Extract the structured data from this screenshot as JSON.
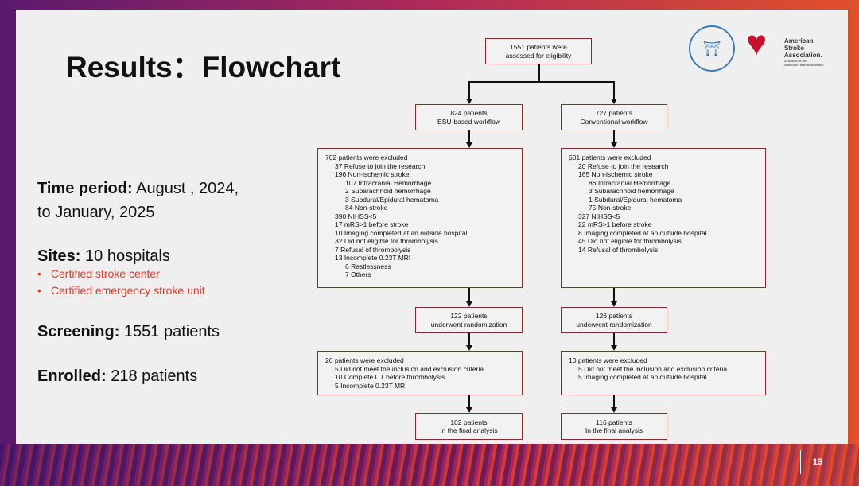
{
  "title": "Results：Flowchart",
  "left": {
    "time_label": "Time period:",
    "time_value": " August , 2024,",
    "time_value2": "to January, 2025",
    "sites_label": "Sites:",
    "sites_value": " 10 hospitals",
    "site_bullets": [
      "Certified stroke center",
      "Certified emergency stroke unit"
    ],
    "screening_label": "Screening:",
    "screening_value": " 1551 patients",
    "enrolled_label": "Enrolled:",
    "enrolled_value": " 218 patients"
  },
  "logos": {
    "asa": [
      "American",
      "Stroke",
      "Association."
    ],
    "asa_sub": [
      "A division of the",
      "American Heart Association."
    ]
  },
  "flow": {
    "top": [
      "1551 patients were",
      "assessed for eligibility"
    ],
    "left_arm": [
      "824 patients",
      "ESU-based workflow"
    ],
    "right_arm": [
      "727 patients",
      "Conventional workflow"
    ],
    "left_excl": [
      [
        "702 patients were excluded",
        0
      ],
      [
        "37 Refuse to join the research",
        1
      ],
      [
        "196 Non-ischemic stroke",
        1
      ],
      [
        "107 Intracranial Hemorrhage",
        2
      ],
      [
        "2 Subarachnoid hemorrhage",
        2
      ],
      [
        "3 Subdural/Epidural hematoma",
        2
      ],
      [
        "84  Non-stroke",
        2
      ],
      [
        "390 NIHSS<5",
        1
      ],
      [
        "17 mRS>1 before stroke",
        1
      ],
      [
        "10 Imaging completed at an outside hospital",
        1
      ],
      [
        "32 Did not eligible for thrombolysis",
        1
      ],
      [
        "7 Refusal of thrombolysis",
        1
      ],
      [
        "13 Incomplete  0.23T MRI",
        1
      ],
      [
        "6 Restlessness",
        2
      ],
      [
        "7 Others",
        2
      ]
    ],
    "right_excl": [
      [
        "601 patients were excluded",
        0
      ],
      [
        "20 Refuse to join the research",
        1
      ],
      [
        "165 Non-ischemic stroke",
        1
      ],
      [
        "86 Intracranial Hemorrhage",
        2
      ],
      [
        "3 Subarachnoid hemorrhage",
        2
      ],
      [
        "1 Subdural/Epidural hematoma",
        2
      ],
      [
        "75  Non-stroke",
        2
      ],
      [
        "327 NIHSS<5",
        1
      ],
      [
        "22 mRS>1 before stroke",
        1
      ],
      [
        "8 Imaging completed at an outside hospital",
        1
      ],
      [
        "45 Did not eligible for thrombolysis",
        1
      ],
      [
        "14 Refusal of thrombolysis",
        1
      ]
    ],
    "left_rand": [
      "122 patients",
      "underwent randomization"
    ],
    "right_rand": [
      "126 patients",
      "underwent randomization"
    ],
    "left_excl2": [
      [
        "20 patients were excluded",
        0
      ],
      [
        "5 Did not meet the inclusion and exclusion criteria",
        1
      ],
      [
        "10 Complete  CT before thrombolysis",
        1
      ],
      [
        "5 Incomplete  0.23T MRI",
        1
      ]
    ],
    "right_excl2": [
      [
        "10 patients were excluded",
        0
      ],
      [
        "5 Did not meet the inclusion and exclusion criteria",
        1
      ],
      [
        "5 Imaging completed at an outside hospital",
        1
      ]
    ],
    "left_final": [
      "102 patients",
      "In the final analysis"
    ],
    "right_final": [
      "116 patients",
      "In the final analysis"
    ]
  },
  "page_number": "19"
}
